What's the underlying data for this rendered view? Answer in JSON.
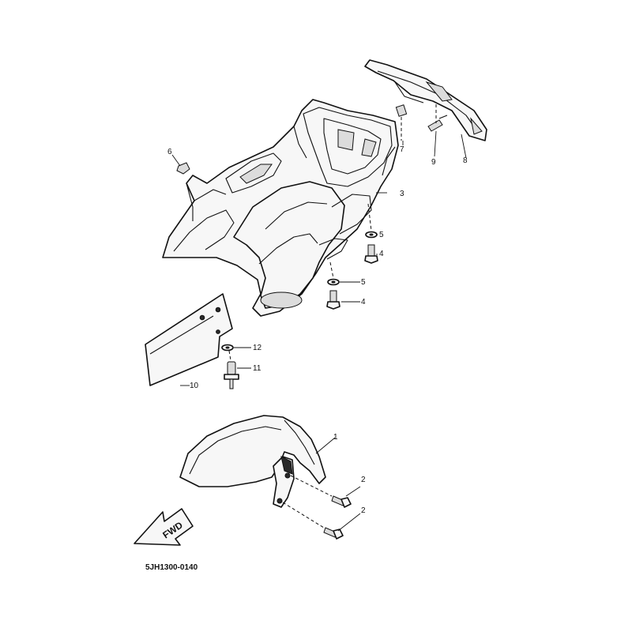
{
  "diagram": {
    "code": "5JH1300-0140",
    "direction_label": "FWD",
    "callouts": [
      "1",
      "2",
      "2",
      "3",
      "4",
      "4",
      "5",
      "5",
      "6",
      "7",
      "8",
      "9",
      "10",
      "11",
      "12"
    ]
  }
}
